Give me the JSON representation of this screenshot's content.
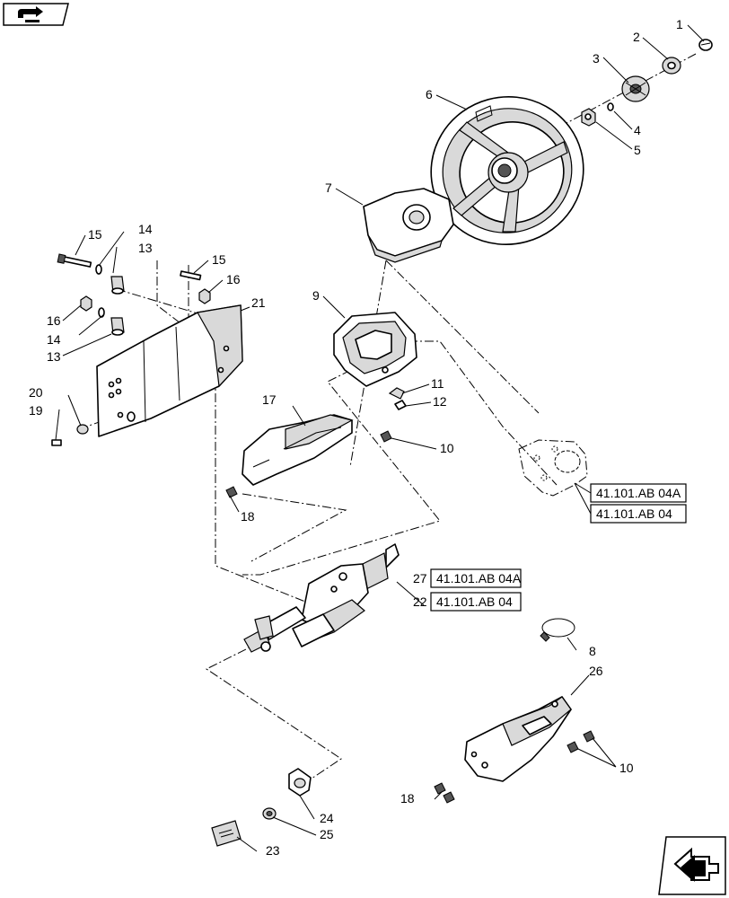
{
  "callouts": {
    "c1": "1",
    "c2": "2",
    "c3": "3",
    "c4": "4",
    "c5": "5",
    "c6": "6",
    "c7": "7",
    "c8": "8",
    "c9": "9",
    "c10a": "10",
    "c10b": "10",
    "c11": "11",
    "c12": "12",
    "c13a": "13",
    "c13b": "13",
    "c14a": "14",
    "c14b": "14",
    "c15a": "15",
    "c15b": "15",
    "c16a": "16",
    "c16b": "16",
    "c17": "17",
    "c18a": "18",
    "c18b": "18",
    "c19": "19",
    "c20": "20",
    "c21": "21",
    "c22": "22",
    "c23": "23",
    "c24": "24",
    "c25": "25",
    "c26": "26",
    "c27": "27"
  },
  "references": {
    "upper_a": "41.101.AB 04A",
    "upper_b": "41.101.AB 04",
    "column_a": "41.101.AB 04A",
    "column_b": "41.101.AB 04"
  },
  "icons": {
    "top_left": "back-arrow-icon",
    "bottom_right": "next-page-arrow-icon"
  }
}
